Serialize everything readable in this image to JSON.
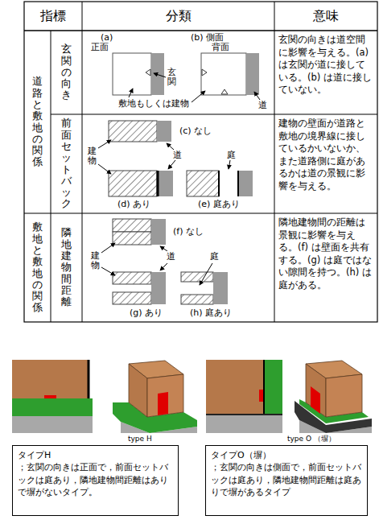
{
  "diagram": {
    "nodes": [
      {
        "text": [
          "指標"
        ]
      },
      {
        "text": [
          "分類"
        ]
      },
      {
        "text": [
          "意味"
        ]
      },
      {
        "text": [
          "道路と敷地の関係"
        ]
      },
      {
        "text": [
          "玄関の向き"
        ]
      },
      {
        "text": [
          "玄関の向きは道空間に影響を与える。(a) は玄関が道に接している。(b) は道に接していない。"
        ]
      },
      {
        "text": [
          "前面セットバック"
        ]
      },
      {
        "text": [
          "建物の壁面が道路と敷地の境界線に接しているかいないか、また道路側に庭があるかは道の景観に影響を与える。"
        ]
      },
      {
        "text": [
          "敷地と敷地の関係"
        ]
      },
      {
        "text": [
          "隣地建物間距離"
        ]
      },
      {
        "text": [
          "隣地建物間の距離は景観に影響を与える。(f) は壁面を共有する。(g) は庭ではない隙間を持つ。(h) は庭がある。"
        ]
      },
      {
        "text": [
          "タイプH",
          "；玄関の向きは正面で，前面セットバックは庭あり，隣地建物間距離はありで塀がないタイプ。"
        ]
      },
      {
        "text": [
          "タイプO（塀）",
          "；玄関の向きは側面で，前面セットバックは庭あり，隣地建物間距離は庭ありで塀があるタイプ"
        ]
      }
    ],
    "labels": [
      "(a)",
      "正面",
      "(b) 側面",
      "背面",
      "玄関",
      "敷地もしくは建物",
      "道",
      "(c) なし",
      "建物",
      "道",
      "(d) あり",
      "庭",
      "(e) 庭あり",
      "(f) なし",
      "建物",
      "道",
      "庭",
      "(g) あり",
      "(h) 庭あり",
      "type H",
      "type O （塀）"
    ]
  }
}
